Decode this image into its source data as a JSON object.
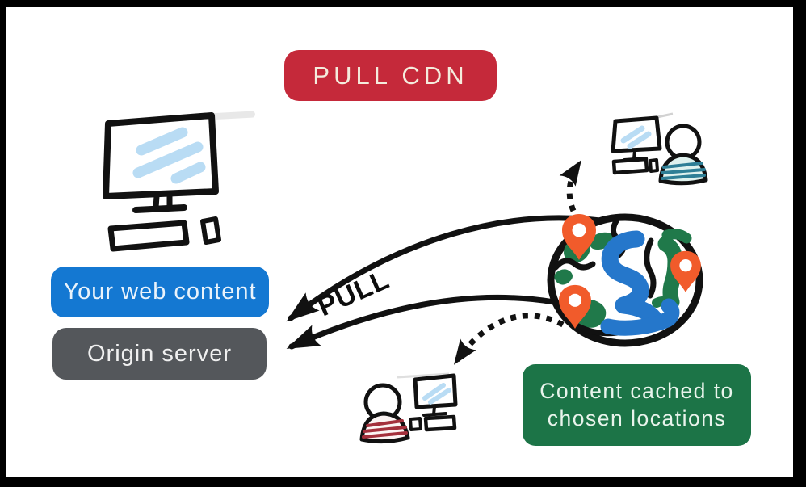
{
  "diagram": {
    "title_badge": {
      "label": "PULL CDN"
    },
    "flow": {
      "pull_label": "PULL"
    },
    "badges": {
      "web_content": {
        "label": "Your web content"
      },
      "origin_server": {
        "label": "Origin server"
      },
      "cached": {
        "label": "Content cached to chosen locations"
      }
    },
    "colors": {
      "title_red": "#c5293a",
      "content_blue": "#1478d2",
      "server_gray": "#54575b",
      "cached_green": "#1c7447",
      "pin_orange": "#f15b2b",
      "land_green": "#20794a",
      "water_blue": "#2577cb",
      "screen_stripe_blue": "#b9dcf4",
      "shirt_teal_stripe": "#2e7f96",
      "shirt_red_stripe": "#a4303c",
      "ink_black": "#111111",
      "frame_black": "#000000"
    },
    "icons": [
      "origin-computer-illustration",
      "globe-illustration",
      "map-pin-icon",
      "edge-user-top-illustration",
      "edge-user-bottom-illustration",
      "pull-arrow-upper",
      "pull-arrow-lower",
      "distribution-arrow-top",
      "distribution-arrow-bottom"
    ]
  }
}
